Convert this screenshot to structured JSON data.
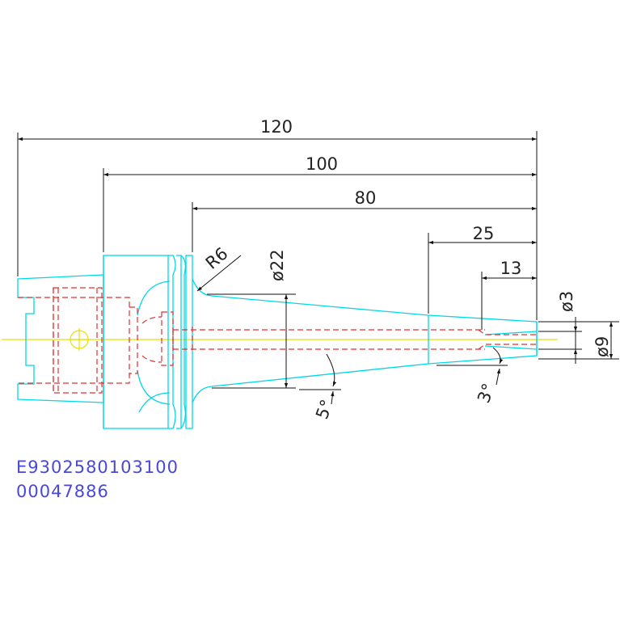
{
  "dimensions": {
    "d120": "120",
    "d100": "100",
    "d80": "80",
    "d25": "25",
    "d13": "13",
    "r6": "R6",
    "phi22": "ø22",
    "phi3": "ø3",
    "phi9": "ø9",
    "a5": "5°",
    "a3": "3°"
  },
  "codes": {
    "line1": "E9302580103100",
    "line2": "00047886"
  },
  "colors": {
    "outline": "#00d8e8",
    "hidden": "#e03030",
    "centerline": "#e8e000",
    "dimension": "#111111",
    "code_text": "#4a48d8"
  }
}
